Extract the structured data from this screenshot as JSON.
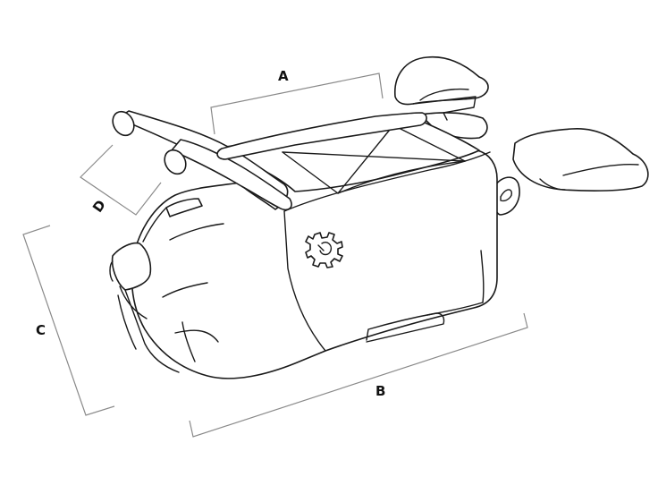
{
  "dimensions": {
    "a": "A",
    "b": "B",
    "c": "C",
    "d": "D"
  },
  "colors": {
    "outline": "#1a1a1a",
    "dimension_line": "#8a8a8a",
    "background": "#ffffff"
  },
  "icons": {
    "logo": "gear-logo-icon"
  }
}
